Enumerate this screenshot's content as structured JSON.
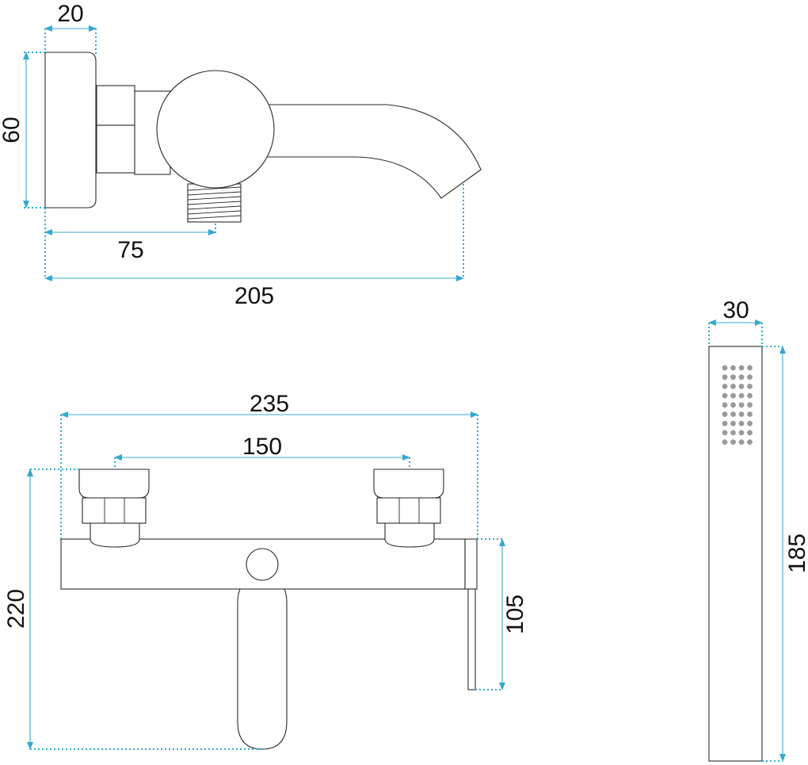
{
  "colors": {
    "dimension": "#35a9cf",
    "outline": "#2a2a2a",
    "text": "#111111",
    "nozzle": "#9a9a9a"
  },
  "dimensions": {
    "side_flange_thickness": "20",
    "side_flange_height": "60",
    "side_outlet_offset": "75",
    "side_spout_length": "205",
    "front_total_width": "235",
    "front_inlet_spacing": "150",
    "front_total_height": "220",
    "front_lever_height": "105",
    "handshower_width": "30",
    "handshower_length": "185"
  },
  "handshower": {
    "nozzle_columns": 4,
    "nozzle_rows": 9
  }
}
